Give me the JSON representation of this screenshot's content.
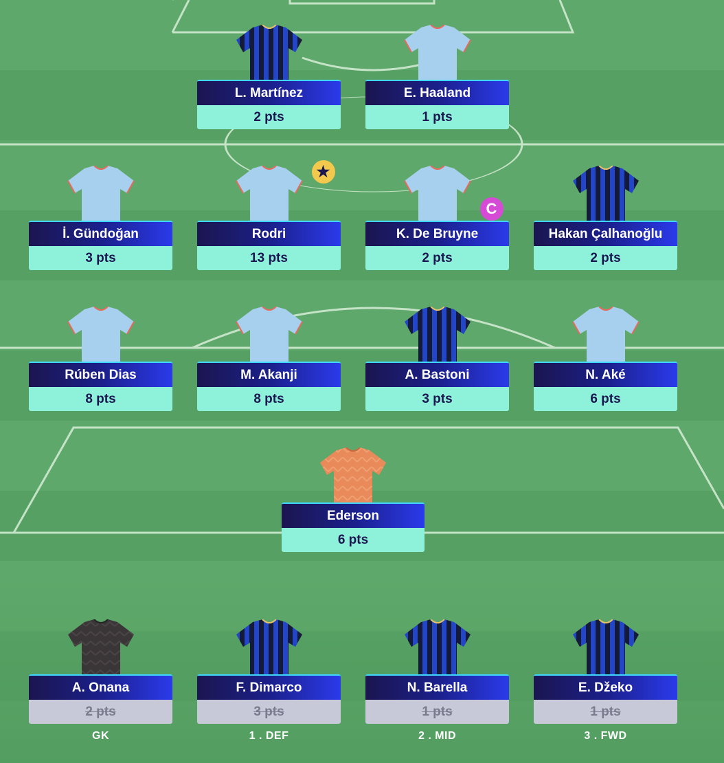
{
  "colors": {
    "name_bar_from": "#1b1650",
    "name_bar_to": "#2b3aeb",
    "points_bg": "#8ef2db",
    "bench_points_bg": "#c7c8d8",
    "star_badge": "#f2c94c",
    "captain_badge": "#d64bd6",
    "pitch_light": "#5fa86b",
    "pitch_dark": "#55a062"
  },
  "badges": {
    "star_symbol": "★",
    "captain_symbol": "C"
  },
  "players": [
    {
      "id": "martinez",
      "name": "L. Martínez",
      "points": "2 pts",
      "kit": "inter-home-shirt"
    },
    {
      "id": "haaland",
      "name": "E. Haaland",
      "points": "1 pts",
      "kit": "city-home-shirt"
    },
    {
      "id": "gundogan",
      "name": "İ. Gündoğan",
      "points": "3 pts",
      "kit": "city-home-shirt"
    },
    {
      "id": "rodri",
      "name": "Rodri",
      "points": "13 pts",
      "kit": "city-home-shirt",
      "badge": "star"
    },
    {
      "id": "debruyne",
      "name": "K. De Bruyne",
      "points": "2 pts",
      "kit": "city-home-shirt",
      "badge": "captain"
    },
    {
      "id": "calhanoglu",
      "name": "Hakan Çalhanoğlu",
      "points": "2 pts",
      "kit": "inter-home-shirt"
    },
    {
      "id": "dias",
      "name": "Rúben Dias",
      "points": "8 pts",
      "kit": "city-home-shirt"
    },
    {
      "id": "akanji",
      "name": "M. Akanji",
      "points": "8 pts",
      "kit": "city-home-shirt"
    },
    {
      "id": "bastoni",
      "name": "A. Bastoni",
      "points": "3 pts",
      "kit": "inter-home-shirt"
    },
    {
      "id": "ake",
      "name": "N. Aké",
      "points": "6 pts",
      "kit": "city-home-shirt"
    },
    {
      "id": "ederson",
      "name": "Ederson",
      "points": "6 pts",
      "kit": "city-goalkeeper-shirt"
    }
  ],
  "bench": [
    {
      "id": "onana",
      "name": "A. Onana",
      "points": "2 pts",
      "kit": "inter-goalkeeper-shirt",
      "position_label": "GK"
    },
    {
      "id": "dimarco",
      "name": "F. Dimarco",
      "points": "3 pts",
      "kit": "inter-home-shirt",
      "position_label": "1 . DEF"
    },
    {
      "id": "barella",
      "name": "N. Barella",
      "points": "1 pts",
      "kit": "inter-home-shirt",
      "position_label": "2 . MID"
    },
    {
      "id": "dzeko",
      "name": "E. Džeko",
      "points": "1 pts",
      "kit": "inter-home-shirt",
      "position_label": "3 . FWD"
    }
  ]
}
